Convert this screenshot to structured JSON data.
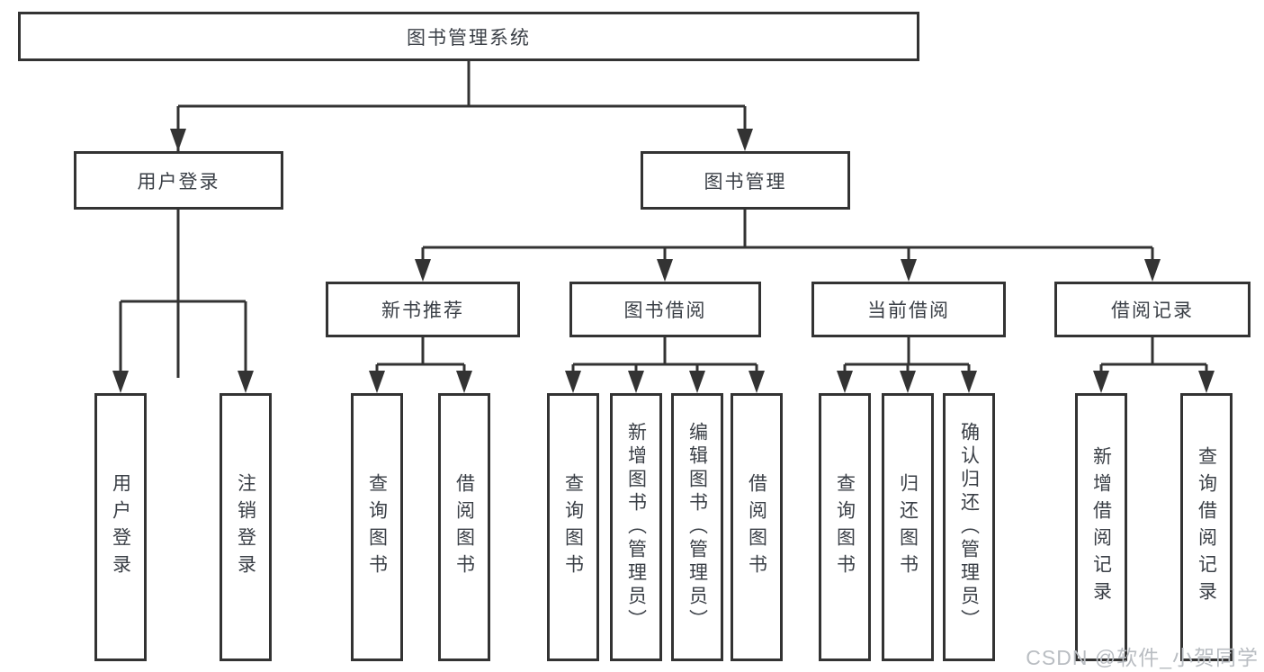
{
  "diagram": {
    "root": "图书管理系统",
    "user_login": {
      "label": "用户登录",
      "children": [
        "用户登录",
        "注销登录"
      ]
    },
    "book_management": {
      "label": "图书管理",
      "groups": [
        {
          "label": "新书推荐",
          "children": [
            "查询图书",
            "借阅图书"
          ]
        },
        {
          "label": "图书借阅",
          "children": [
            "查询图书",
            "新增图书（管理员）",
            "编辑图书（管理员）",
            "借阅图书"
          ]
        },
        {
          "label": "当前借阅",
          "children": [
            "查询图书",
            "归还图书",
            "确认归还（管理员）"
          ]
        },
        {
          "label": "借阅记录",
          "children": [
            "新增借阅记录",
            "查询借阅记录"
          ]
        }
      ]
    },
    "colors": {
      "line": "#333333",
      "text": "#3a3f46",
      "watermark": "#b9bdc2"
    }
  },
  "watermark": "CSDN @软件_小贺同学"
}
